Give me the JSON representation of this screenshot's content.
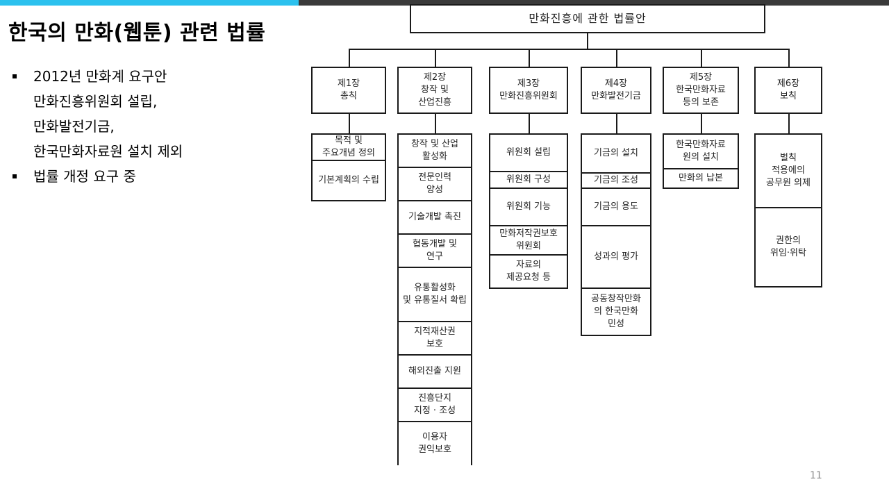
{
  "slide": {
    "title": "한국의 만화(웹툰) 관련 법률",
    "page_number": "11",
    "bullets": [
      {
        "lines": [
          "2012년 만화계 요구안",
          "만화진흥위원회 설립,",
          "만화발전기금,",
          "한국만화자료원 설치 제외"
        ]
      },
      {
        "lines": [
          "법률 개정 요구 중"
        ]
      }
    ]
  },
  "org_chart": {
    "root": "만화진흥에 관한 법률안",
    "chapters": [
      {
        "label": "제1장\n총칙",
        "items": [
          "목적 및\n주요개념 정의",
          "기본계획의 수립"
        ]
      },
      {
        "label": "제2장\n창작 및\n산업진흥",
        "items": [
          "창작 및 산업\n활성화",
          "전문인력\n양성",
          "기술개발 촉진",
          "협동개발 및\n연구",
          "유통활성화\n및 유통질서 확립",
          "지적재산권\n보호",
          "해외진출 지원",
          "진흥단지\n지정 · 조성",
          "이용자\n권익보호"
        ]
      },
      {
        "label": "제3장\n만화진흥위원회",
        "items": [
          "위원회 설립",
          "위원회 구성",
          "위원회 기능",
          "만화저작권보호\n위원회",
          "자료의\n제공요청 등"
        ]
      },
      {
        "label": "제4장\n만화발전기금",
        "items": [
          "기금의 설치",
          "기금의 조성",
          "기금의 용도",
          "성과의 평가",
          "공동창작만화\n의 한국만화\n민성"
        ]
      },
      {
        "label": "제5장\n한국만화자료\n등의 보존",
        "items": [
          "한국만화자료\n원의 설치",
          "만화의 납본"
        ]
      },
      {
        "label": "제6장\n보칙",
        "items": [
          "벌칙\n적용에의\n공무원 의제",
          "권한의\n위임·위탁"
        ]
      }
    ]
  },
  "colors": {
    "top_bar_accent": "#2cc1ee",
    "top_bar_dark": "#3a3a3a",
    "page_number": "#8a8a8a"
  }
}
